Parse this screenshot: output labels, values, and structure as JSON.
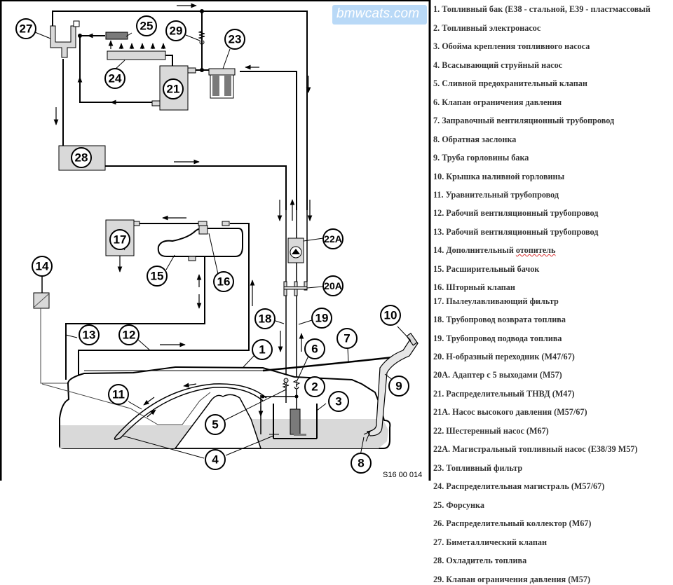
{
  "diagram": {
    "watermark": "bmwcats.com",
    "figure_code": "S16 00 014",
    "callouts": {
      "c1": "1",
      "c2": "2",
      "c3": "3",
      "c4": "4",
      "c5": "5",
      "c6": "6",
      "c7": "7",
      "c8": "8",
      "c9": "9",
      "c10": "10",
      "c11": "11",
      "c12": "12",
      "c13": "13",
      "c14": "14",
      "c15": "15",
      "c16": "16",
      "c17": "17",
      "c18": "18",
      "c19": "19",
      "c20a": "20A",
      "c21": "21",
      "c22a": "22A",
      "c23": "23",
      "c24": "24",
      "c25": "25",
      "c27": "27",
      "c28": "28",
      "c29": "29"
    },
    "colors": {
      "line": "#000000",
      "component_fill": "#d9d9d9",
      "fuel_fill": "#d9d9d9",
      "dark_fill": "#7a7a7a",
      "watermark_bg": "#b9d9f7"
    }
  },
  "legend": {
    "items": [
      {
        "label": "1. Топливный бак (Е38 - стальной, Е39 - пластмассовый"
      },
      {
        "label": "2. Топливный электронасос"
      },
      {
        "label": "3. Обойма крепления топливного насоса"
      },
      {
        "label": "4. Всасывающий струйный насос"
      },
      {
        "label": "5. Сливной предохранительный клапан"
      },
      {
        "label": "6. Клапан ограничения давления"
      },
      {
        "label": "7. Заправочный вентиляционный трубопровод"
      },
      {
        "label": "8. Обратная заслонка"
      },
      {
        "label": "9. Труба горловины бака"
      },
      {
        "label": "10. Крышка наливной горловины"
      },
      {
        "label": "11. Уравнительный трубопровод"
      },
      {
        "label": "12. Рабочий вентиляционный трубопровод"
      },
      {
        "label": "13. Рабочий вентиляционный трубопровод"
      },
      {
        "label": "14. Дополнительный ",
        "underlined": "отопитель"
      },
      {
        "label": "15. Расширительный бачок"
      },
      {
        "label": "16. Шторный клапан"
      },
      {
        "label": "17. Пылеулавливающий фильтр"
      },
      {
        "label": "18. Трубопровод возврата топлива"
      },
      {
        "label": "19. Трубопровод подвода топлива"
      },
      {
        "label": "20. Н-образный переходник (М47/67)"
      },
      {
        "label": "20А. Адаптер с 5 выходами (М57)"
      },
      {
        "label": "21. Распределительный ТНВД (М47)"
      },
      {
        "label": "21А. Насос высокого давления (М57/67)"
      },
      {
        "label": "22. Шестеренный насос (М67)"
      },
      {
        "label": "22А. Магистральный топливный насос (Е38/39 М57)"
      },
      {
        "label": "23. Топливный фильтр"
      },
      {
        "label": "24. Распределительная магистраль (М57/67)"
      },
      {
        "label": "25. Форсунка"
      },
      {
        "label": "26. Распределительный коллектор (М67)"
      },
      {
        "label": "27. Биметаллический клапан"
      },
      {
        "label": "28. Охладитель топлива"
      },
      {
        "label": "29. Клапан ограничения давления (М57)"
      }
    ]
  }
}
